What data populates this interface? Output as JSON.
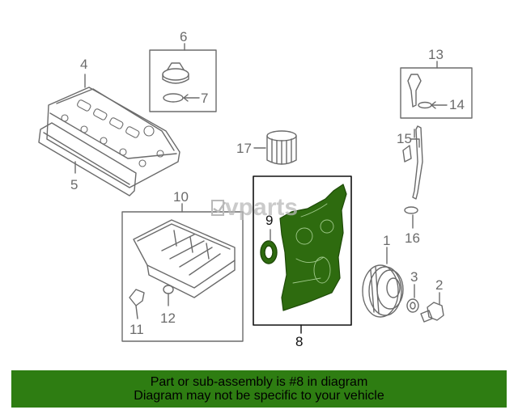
{
  "watermark": "vparts",
  "colors": {
    "highlight": "#2e6b0f",
    "footer_bg": "#2e7d12",
    "line": "#6b6b6b"
  },
  "callouts": {
    "c1": "1",
    "c2": "2",
    "c3": "3",
    "c4": "4",
    "c5": "5",
    "c6": "6",
    "c7": "7",
    "c8": "8",
    "c9": "9",
    "c10": "10",
    "c11": "11",
    "c12": "12",
    "c13": "13",
    "c14": "14",
    "c15": "15",
    "c16": "16",
    "c17": "17"
  },
  "footer": {
    "line1": "Part or sub-assembly is #8 in diagram",
    "line2": "Diagram may not be specific to your vehicle"
  }
}
